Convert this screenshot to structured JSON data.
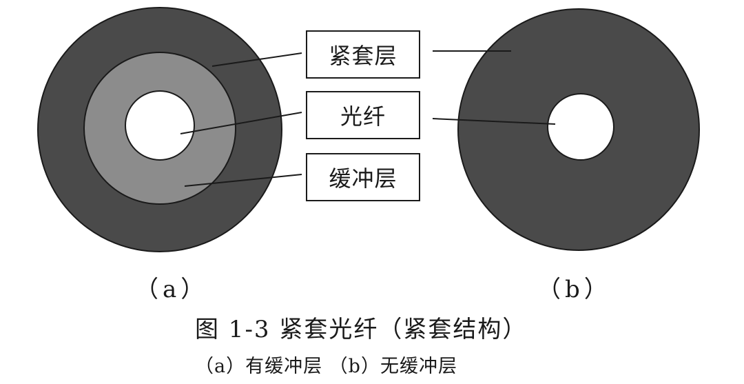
{
  "labels": {
    "tight_buffer_layer": "紧套层",
    "fiber": "光纤",
    "buffer_layer": "缓冲层"
  },
  "subfigures": {
    "a": "（a）",
    "b": "（b）"
  },
  "caption": {
    "title": "图 1-3  紧套光纤（紧套结构）",
    "subtitle": "（a）有缓冲层    （b）无缓冲层"
  },
  "colors": {
    "outer_layer": "#4a4a4a",
    "buffer_layer": "#8c8c8c",
    "core": "#ffffff",
    "outline": "#1a1a1a"
  }
}
